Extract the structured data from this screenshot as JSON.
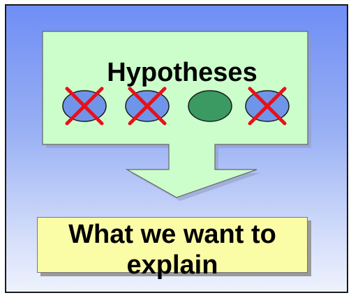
{
  "diagram": {
    "title": "Hypotheses",
    "hypotheses": [
      {
        "state": "rejected",
        "fill": "#6f95e8"
      },
      {
        "state": "rejected",
        "fill": "#6f95e8"
      },
      {
        "state": "accepted",
        "fill": "#3a9a62"
      },
      {
        "state": "rejected",
        "fill": "#6f95e8"
      }
    ],
    "target_label": "What we want to explain",
    "colors": {
      "background_top": "#6f8ef5",
      "background_bottom": "#eef2fd",
      "hypotheses_panel": "#ccfecc",
      "target_box": "#fbfca6",
      "rejected_mark": "#e8101a",
      "accepted_hypothesis": "#3a9a62",
      "rejected_hypothesis": "#6f95e8"
    },
    "icons": {
      "rejected_mark": "cross-out-icon"
    }
  }
}
